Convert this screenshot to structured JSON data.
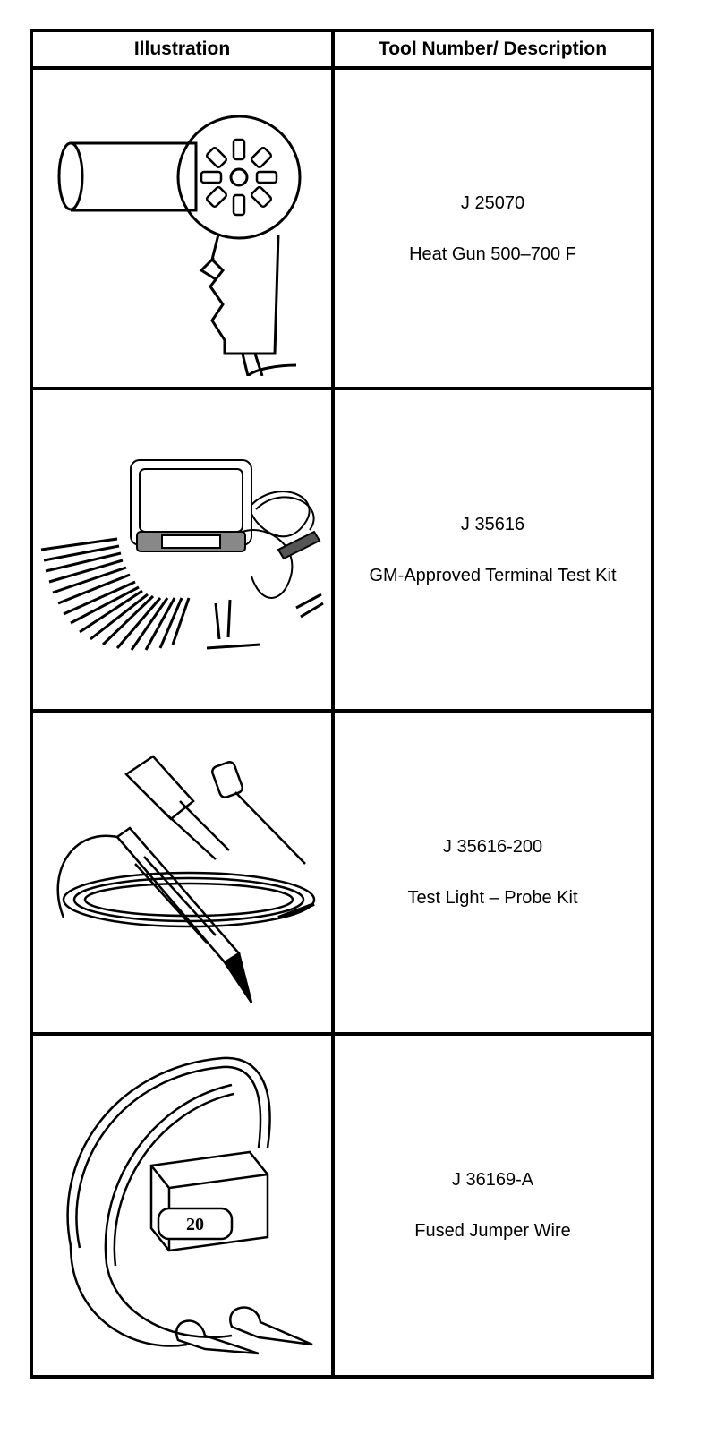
{
  "table": {
    "headers": {
      "illustration": "Illustration",
      "tool": "Tool Number/ Description"
    },
    "rows": [
      {
        "number": "J 25070",
        "description": "Heat Gun 500–700 F",
        "icon": "heat-gun-icon"
      },
      {
        "number": "J 35616",
        "description": "GM-Approved Terminal Test Kit",
        "icon": "terminal-test-kit-icon"
      },
      {
        "number": "J 35616-200",
        "description": "Test Light – Probe Kit",
        "icon": "test-light-probe-icon"
      },
      {
        "number": "J 36169-A",
        "description": "Fused Jumper Wire",
        "icon": "fused-jumper-wire-icon",
        "fuse_label": "20"
      }
    ]
  }
}
